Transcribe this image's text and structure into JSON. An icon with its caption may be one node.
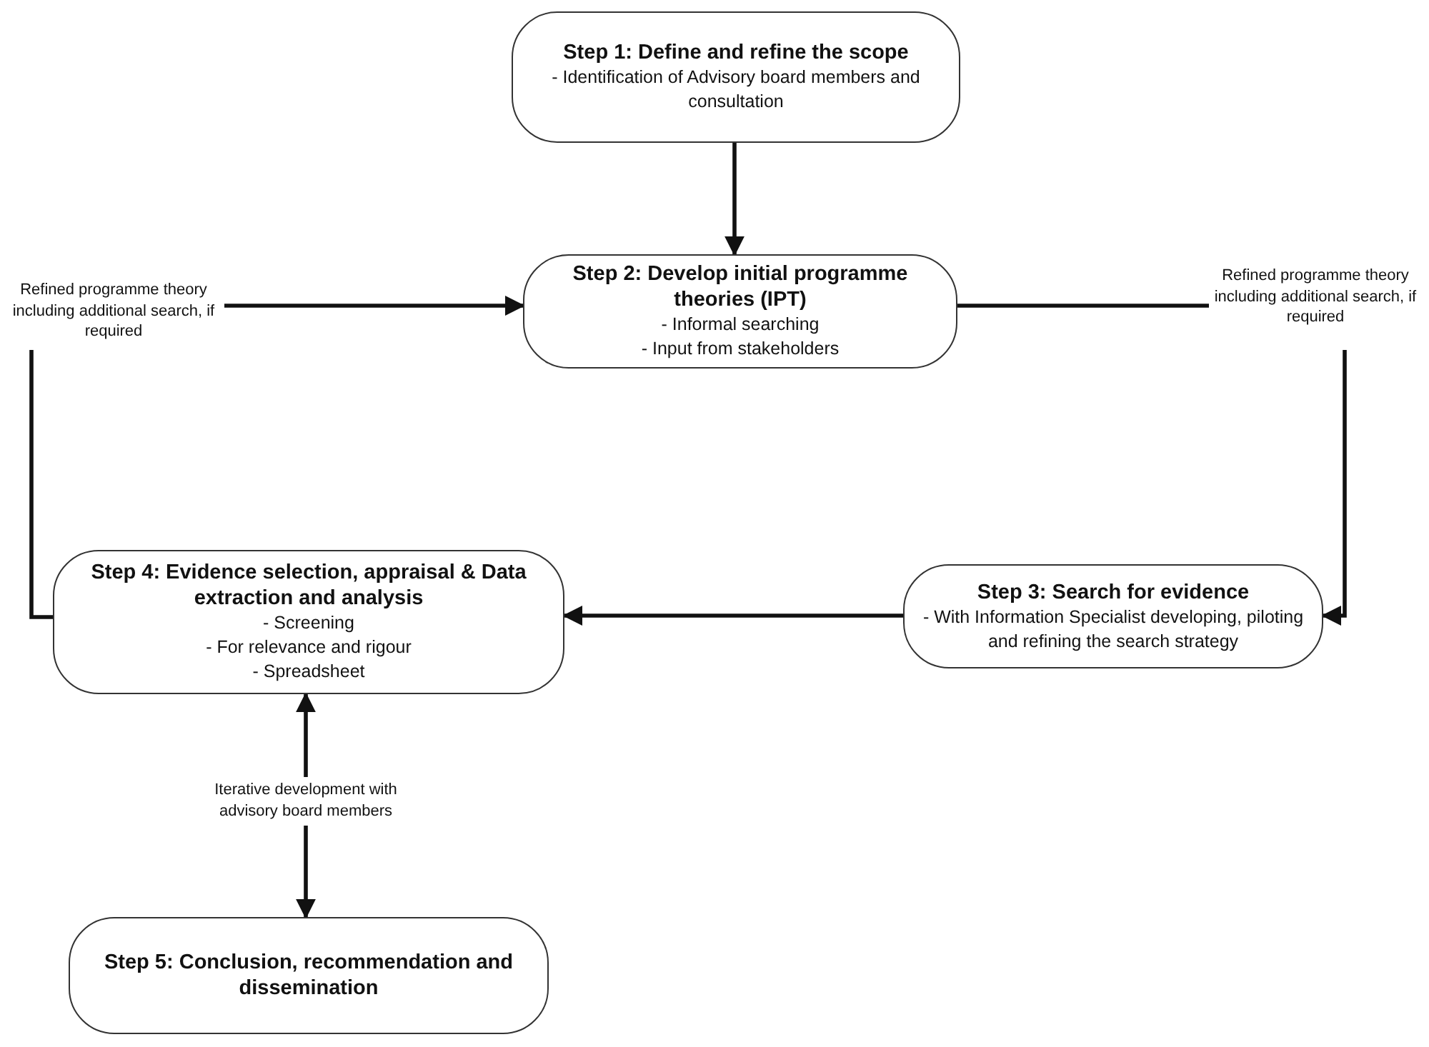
{
  "diagram": {
    "nodes": [
      {
        "text": [
          "Step 1: Define and refine the scope",
          "- Identification of Advisory board members and consultation"
        ]
      },
      {
        "text": [
          "Refined programme theory including additional search, if required"
        ]
      },
      {
        "text": [
          "Step 2: Develop initial programme theories (IPT)",
          "- Informal searching",
          "- Input from stakeholders"
        ]
      },
      {
        "text": [
          "Refined programme theory including additional search, if required"
        ]
      },
      {
        "text": [
          "Step 4: Evidence selection, appraisal & Data extraction and analysis",
          "- Screening",
          "- For relevance and rigour",
          "- Spreadsheet"
        ]
      },
      {
        "text": [
          "Step 3: Search for evidence",
          "- With Information Specialist developing, piloting and refining the search strategy"
        ]
      },
      {
        "text": [
          "Step 5: Conclusion, recommendation and dissemination"
        ]
      }
    ],
    "edges": [
      {
        "from": 0,
        "to": 2,
        "arrow": "to"
      },
      {
        "from": 4,
        "to": 1,
        "arrow": "none"
      },
      {
        "from": 1,
        "to": 2,
        "arrow": "to"
      },
      {
        "from": 2,
        "to": 3,
        "arrow": "none"
      },
      {
        "from": 3,
        "to": 5,
        "arrow": "to"
      },
      {
        "from": 5,
        "to": 4,
        "arrow": "to"
      },
      {
        "from": 4,
        "to": 6,
        "arrow": "both",
        "label": "Iterative development with advisory board members"
      }
    ]
  }
}
